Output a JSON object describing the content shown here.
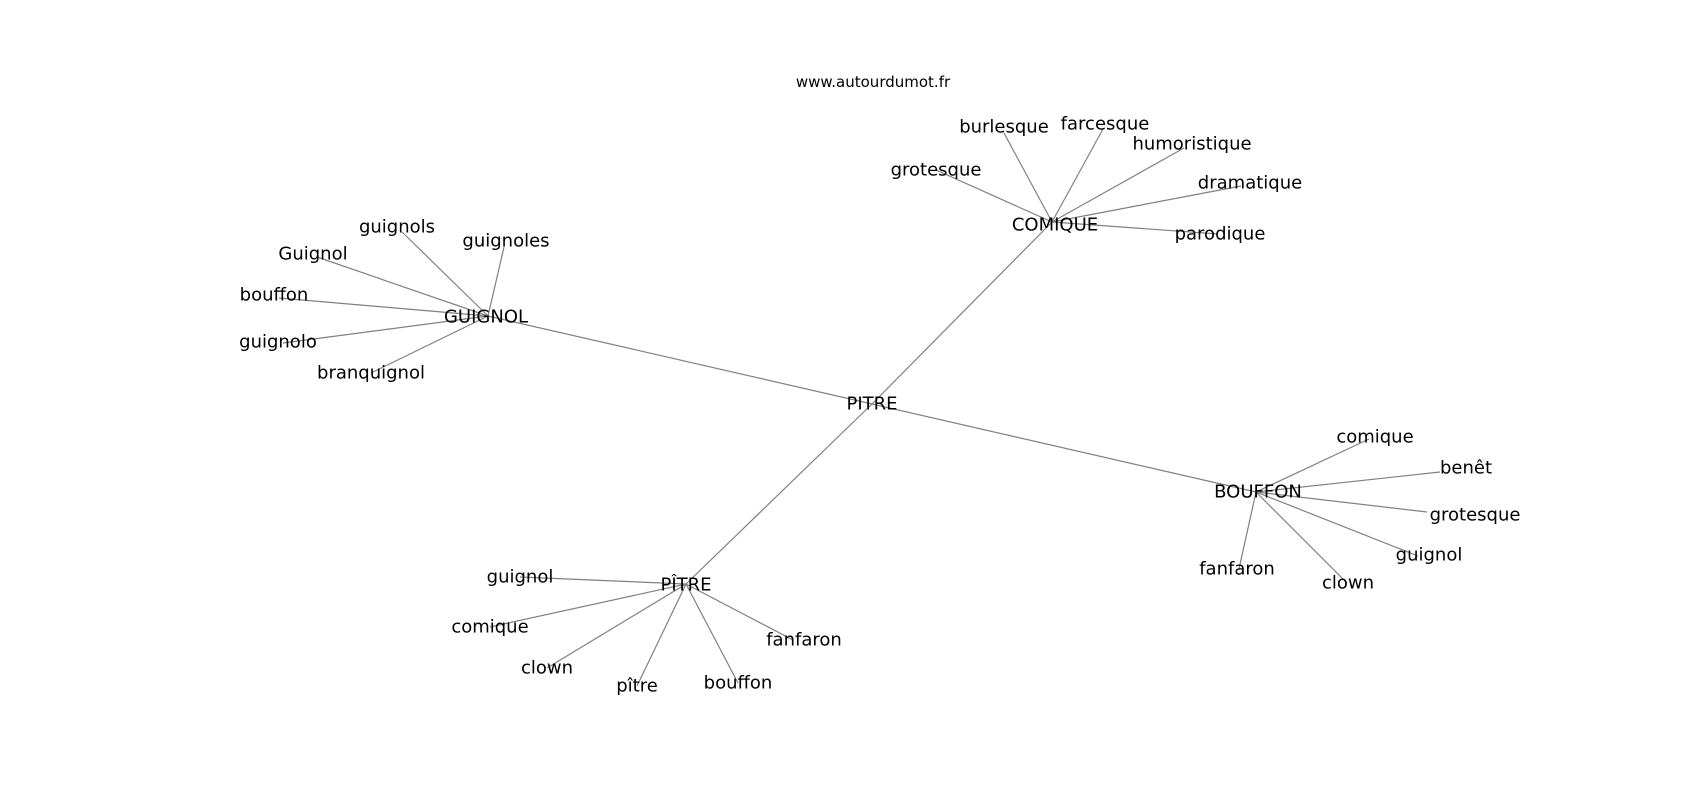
{
  "watermark": "www.autourdumot.fr",
  "graph": {
    "center": "PITRE",
    "hubs": [
      {
        "id": "comique",
        "label": "COMIQUE",
        "leaves": [
          "burlesque",
          "farcesque",
          "humoristique",
          "dramatique",
          "parodique",
          "grotesque"
        ]
      },
      {
        "id": "guignol",
        "label": "GUIGNOL",
        "leaves": [
          "guignols",
          "guignoles",
          "Guignol",
          "bouffon",
          "guignolo",
          "branquignol"
        ]
      },
      {
        "id": "bouffon",
        "label": "BOUFFON",
        "leaves": [
          "comique",
          "benêt",
          "grotesque",
          "guignol",
          "clown",
          "fanfaron"
        ]
      },
      {
        "id": "pitre-accent",
        "label": "PÎTRE",
        "leaves": [
          "guignol",
          "comique",
          "clown",
          "pître",
          "bouffon",
          "fanfaron"
        ]
      }
    ]
  },
  "colors": {
    "edge": "#808080",
    "text": "#000000",
    "background": "#ffffff"
  }
}
